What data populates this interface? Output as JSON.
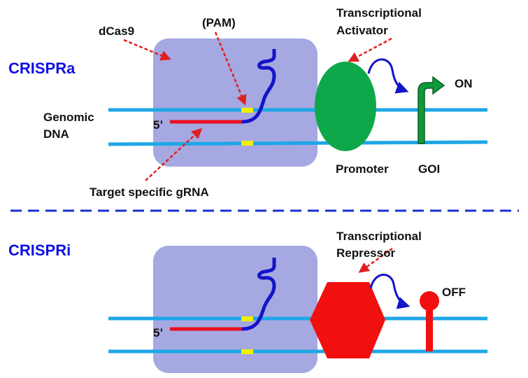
{
  "top_panel": {
    "title": "CRISPRa",
    "labels": {
      "dcas9": "dCas9",
      "pam": "(PAM)",
      "activator_line1": "Transcriptional",
      "activator_line2": "Activator",
      "genomic_line1": "Genomic",
      "genomic_line2": "DNA",
      "five_prime": "5’",
      "on": "ON",
      "promoter": "Promoter",
      "goi": "GOI",
      "grna": "Target specific gRNA"
    }
  },
  "bottom_panel": {
    "title": "CRISPRi",
    "labels": {
      "repressor_line1": "Transcriptional",
      "repressor_line2": "Repressor",
      "five_prime": "5’",
      "off": "OFF"
    }
  },
  "colors": {
    "title": "#1010e0",
    "dna": "#1ea7e6",
    "dcas9_box": "#a6a8e2",
    "grna": "#e8101c",
    "rna_strand": "#1414c8",
    "pam": "#f0f000",
    "activator": "#0ea84a",
    "repressor": "#f20f0f",
    "arrow_red": "#e02020",
    "on_arrow": "#119a3a",
    "separator": "#1a2fd0"
  }
}
